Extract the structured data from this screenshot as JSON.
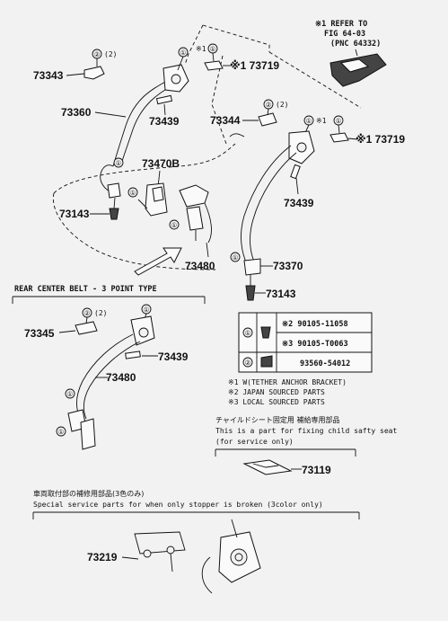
{
  "callouts": {
    "c73343": "73343",
    "c73360": "73360",
    "c73439a": "73439",
    "c73344": "73344",
    "c73719a": "※1 73719",
    "c73719b": "※1 73719",
    "c73439b": "73439",
    "c73470b": "73470B",
    "c73143a": "73143",
    "c73480a": "73480",
    "c73370": "73370",
    "c73143b": "73143",
    "c73345": "73345",
    "c73439c": "73439",
    "c73480b": "73480",
    "c73119": "73119",
    "c73219": "73219"
  },
  "marks": {
    "m1": "①",
    "m2": "②",
    "m2paren": "(2)",
    "m1star": "※1"
  },
  "refer": {
    "line1": "※1 REFER TO",
    "line2": "FIG 64-03",
    "line3": "(PNC 64332)"
  },
  "rear_center_title": "REAR CENTER BELT - 3 POINT TYPE",
  "parts_table": {
    "rows": [
      {
        "mark": "①",
        "code": "※2 90105-11058"
      },
      {
        "mark": "",
        "code": "※3 90105-T0063"
      },
      {
        "mark": "②",
        "code": "93560-54012"
      }
    ]
  },
  "legend": [
    "※1 W(TETHER ANCHOR BRACKET)",
    "※2  JAPAN  SOURCED  PARTS",
    "※3  LOCAL  SOURCED  PARTS"
  ],
  "child_seat": {
    "jp": "チャイルドシート固定用  補給専用部品",
    "en1": "This is a part for fixing child safty seat",
    "en2": "(for service only)"
  },
  "special": {
    "jp": "車両取付部の補修用部品(3色のみ)",
    "en": "Special  service  parts  for  when  only  stopper  is  broken  (3color  only)"
  }
}
